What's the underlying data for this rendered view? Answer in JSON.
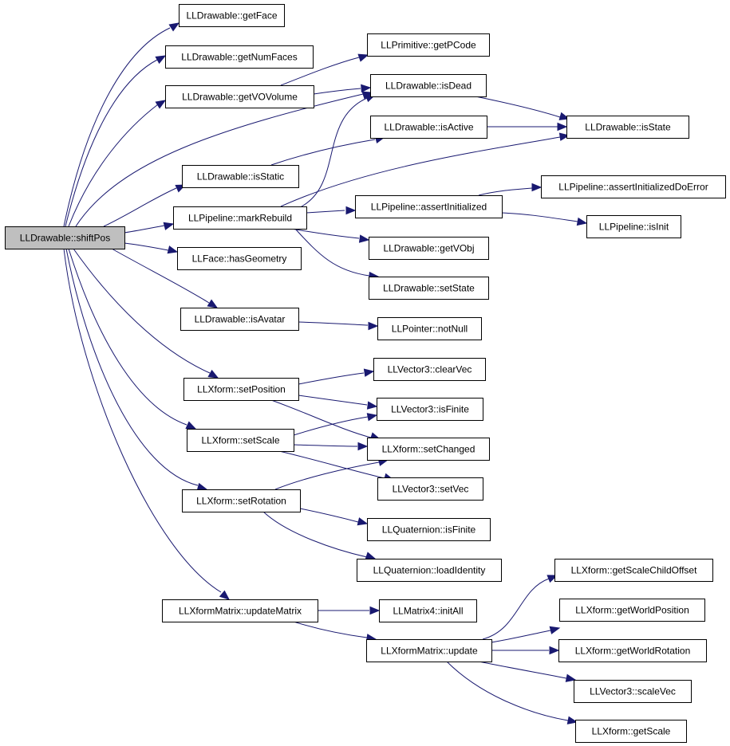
{
  "diagram": {
    "type": "call-graph",
    "colors": {
      "edge": "#191970",
      "root_fill": "#bfbfbf",
      "node_fill": "#ffffff",
      "node_border": "#000000"
    },
    "nodes": [
      {
        "id": "shiftPos",
        "label": "LLDrawable::shiftPos",
        "root": true
      },
      {
        "id": "getFace",
        "label": "LLDrawable::getFace"
      },
      {
        "id": "getNumFaces",
        "label": "LLDrawable::getNumFaces"
      },
      {
        "id": "getVOVolume",
        "label": "LLDrawable::getVOVolume"
      },
      {
        "id": "getPCode",
        "label": "LLPrimitive::getPCode"
      },
      {
        "id": "isDead",
        "label": "LLDrawable::isDead"
      },
      {
        "id": "isActive",
        "label": "LLDrawable::isActive"
      },
      {
        "id": "isState",
        "label": "LLDrawable::isState"
      },
      {
        "id": "isStatic",
        "label": "LLDrawable::isStatic"
      },
      {
        "id": "assertInitDoError",
        "label": "LLPipeline::assertInitializedDoError"
      },
      {
        "id": "markRebuild",
        "label": "LLPipeline::markRebuild"
      },
      {
        "id": "assertInitialized",
        "label": "LLPipeline::assertInitialized"
      },
      {
        "id": "isInit",
        "label": "LLPipeline::isInit"
      },
      {
        "id": "hasGeometry",
        "label": "LLFace::hasGeometry"
      },
      {
        "id": "getVObj",
        "label": "LLDrawable::getVObj"
      },
      {
        "id": "setState",
        "label": "LLDrawable::setState"
      },
      {
        "id": "isAvatar",
        "label": "LLDrawable::isAvatar"
      },
      {
        "id": "notNull",
        "label": "LLPointer::notNull"
      },
      {
        "id": "clearVec",
        "label": "LLVector3::clearVec"
      },
      {
        "id": "setPosition",
        "label": "LLXform::setPosition"
      },
      {
        "id": "v3isFinite",
        "label": "LLVector3::isFinite"
      },
      {
        "id": "setScale",
        "label": "LLXform::setScale"
      },
      {
        "id": "setChanged",
        "label": "LLXform::setChanged"
      },
      {
        "id": "setVec",
        "label": "LLVector3::setVec"
      },
      {
        "id": "setRotation",
        "label": "LLXform::setRotation"
      },
      {
        "id": "qIsFinite",
        "label": "LLQuaternion::isFinite"
      },
      {
        "id": "loadIdentity",
        "label": "LLQuaternion::loadIdentity"
      },
      {
        "id": "getScaleChildOffset",
        "label": "LLXform::getScaleChildOffset"
      },
      {
        "id": "updateMatrix",
        "label": "LLXformMatrix::updateMatrix"
      },
      {
        "id": "initAll",
        "label": "LLMatrix4::initAll"
      },
      {
        "id": "getWorldPosition",
        "label": "LLXform::getWorldPosition"
      },
      {
        "id": "update",
        "label": "LLXformMatrix::update"
      },
      {
        "id": "getWorldRotation",
        "label": "LLXform::getWorldRotation"
      },
      {
        "id": "scaleVec",
        "label": "LLVector3::scaleVec"
      },
      {
        "id": "getScale",
        "label": "LLXform::getScale"
      }
    ],
    "edges": [
      {
        "from": "shiftPos",
        "to": "getFace"
      },
      {
        "from": "shiftPos",
        "to": "getNumFaces"
      },
      {
        "from": "shiftPos",
        "to": "getVOVolume"
      },
      {
        "from": "shiftPos",
        "to": "isDead"
      },
      {
        "from": "shiftPos",
        "to": "isStatic"
      },
      {
        "from": "shiftPos",
        "to": "markRebuild"
      },
      {
        "from": "shiftPos",
        "to": "hasGeometry"
      },
      {
        "from": "shiftPos",
        "to": "isAvatar"
      },
      {
        "from": "shiftPos",
        "to": "setPosition"
      },
      {
        "from": "shiftPos",
        "to": "setScale"
      },
      {
        "from": "shiftPos",
        "to": "setRotation"
      },
      {
        "from": "shiftPos",
        "to": "updateMatrix"
      },
      {
        "from": "getVOVolume",
        "to": "getPCode"
      },
      {
        "from": "getVOVolume",
        "to": "isDead"
      },
      {
        "from": "isDead",
        "to": "isState"
      },
      {
        "from": "isActive",
        "to": "isState"
      },
      {
        "from": "isStatic",
        "to": "isActive"
      },
      {
        "from": "markRebuild",
        "to": "isDead"
      },
      {
        "from": "markRebuild",
        "to": "isState"
      },
      {
        "from": "markRebuild",
        "to": "assertInitialized"
      },
      {
        "from": "markRebuild",
        "to": "getVObj"
      },
      {
        "from": "markRebuild",
        "to": "setState"
      },
      {
        "from": "assertInitialized",
        "to": "assertInitDoError"
      },
      {
        "from": "assertInitialized",
        "to": "isInit"
      },
      {
        "from": "isAvatar",
        "to": "notNull"
      },
      {
        "from": "setPosition",
        "to": "clearVec"
      },
      {
        "from": "setPosition",
        "to": "v3isFinite"
      },
      {
        "from": "setPosition",
        "to": "setChanged"
      },
      {
        "from": "setScale",
        "to": "v3isFinite"
      },
      {
        "from": "setScale",
        "to": "setChanged"
      },
      {
        "from": "setScale",
        "to": "setVec"
      },
      {
        "from": "setRotation",
        "to": "setChanged"
      },
      {
        "from": "setRotation",
        "to": "qIsFinite"
      },
      {
        "from": "setRotation",
        "to": "loadIdentity"
      },
      {
        "from": "updateMatrix",
        "to": "initAll"
      },
      {
        "from": "updateMatrix",
        "to": "update"
      },
      {
        "from": "update",
        "to": "getScaleChildOffset"
      },
      {
        "from": "update",
        "to": "getWorldPosition"
      },
      {
        "from": "update",
        "to": "getWorldRotation"
      },
      {
        "from": "update",
        "to": "scaleVec"
      },
      {
        "from": "update",
        "to": "getScale"
      }
    ]
  }
}
